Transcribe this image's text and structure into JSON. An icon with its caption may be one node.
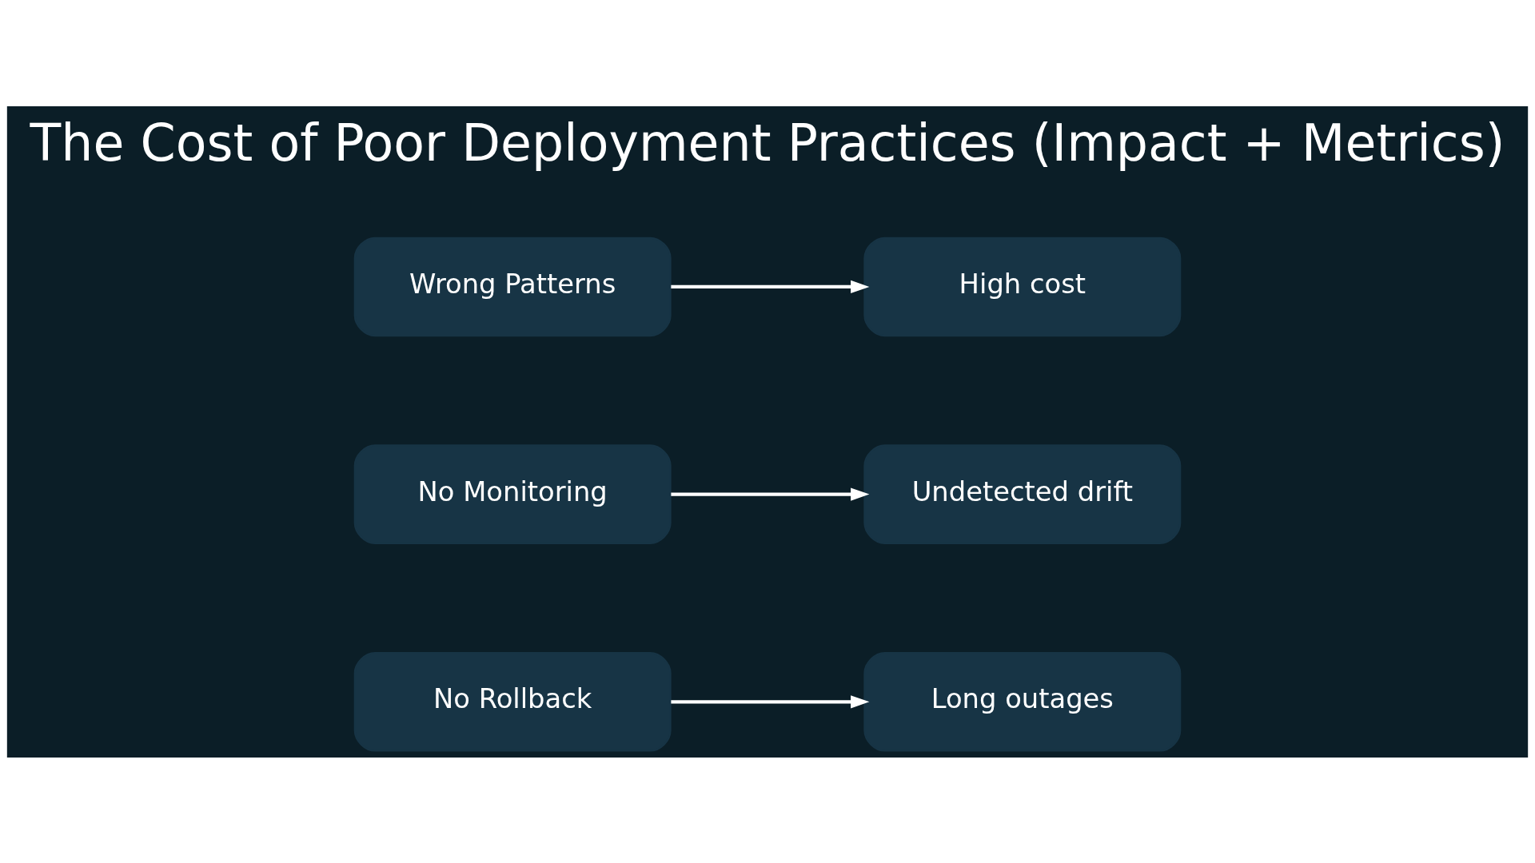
{
  "diagram": {
    "title": "The Cost of Poor Deployment Practices (Impact + Metrics)",
    "nodes": [
      {
        "text": [
          "Wrong Patterns"
        ]
      },
      {
        "text": [
          "High cost"
        ]
      },
      {
        "text": [
          "No Monitoring"
        ]
      },
      {
        "text": [
          "Undetected drift"
        ]
      },
      {
        "text": [
          "No Rollback"
        ]
      },
      {
        "text": [
          "Long outages"
        ]
      }
    ],
    "edges": [
      {
        "from": 0,
        "to": 1,
        "arrow": "to"
      },
      {
        "from": 2,
        "to": 3,
        "arrow": "to"
      },
      {
        "from": 4,
        "to": 5,
        "arrow": "to"
      }
    ]
  }
}
